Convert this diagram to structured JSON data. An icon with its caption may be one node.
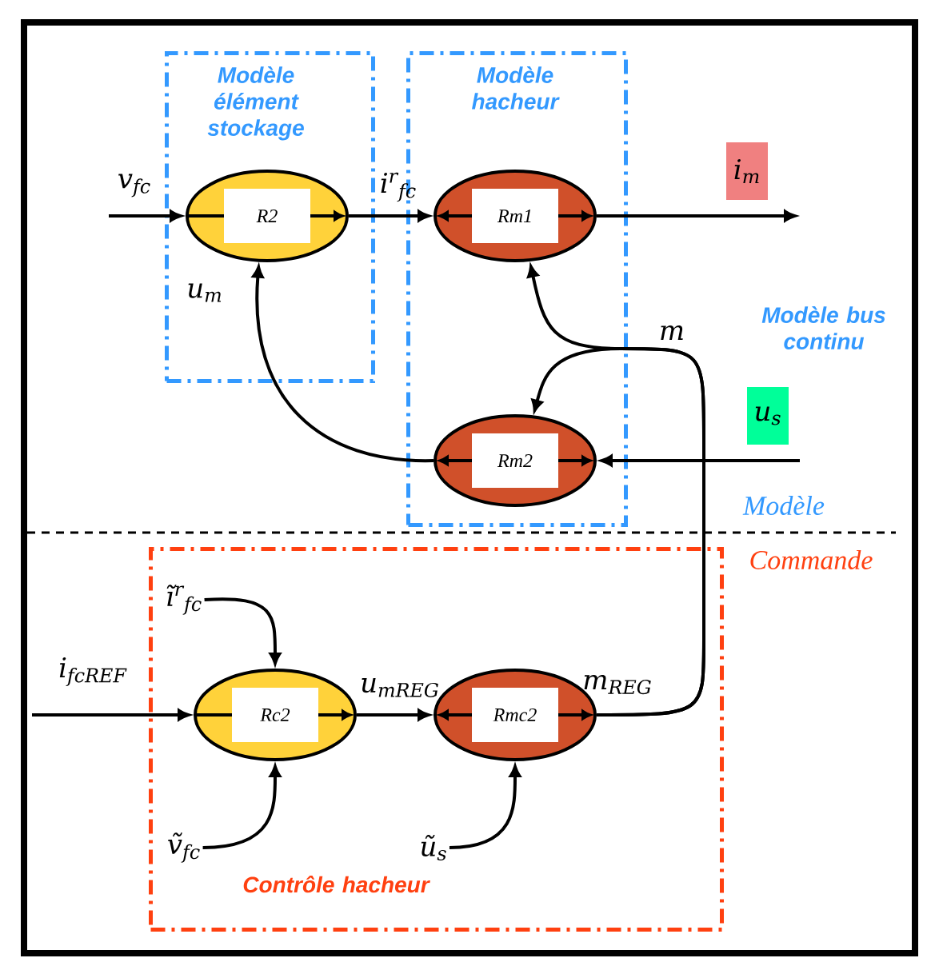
{
  "diagram": {
    "nodes": [
      {
        "text": [
          "Modèle élément stockage"
        ]
      },
      {
        "text": [
          "Modèle hacheur"
        ]
      },
      {
        "text": [
          "Contrôle hacheur"
        ]
      },
      {
        "text": [
          "R2"
        ],
        "in": 0
      },
      {
        "text": [
          "Rm1"
        ],
        "in": 1
      },
      {
        "text": [
          "Rm2"
        ],
        "in": 1
      },
      {
        "text": [
          "Rc2"
        ],
        "in": 2
      },
      {
        "text": [
          "Rmc2"
        ],
        "in": 2
      },
      {
        "text": [
          "i$_{m}$"
        ]
      },
      {
        "text": [
          "u$_{s}$"
        ]
      },
      {
        "text": [
          "ĩ$^{r}$$_{fc}$"
        ],
        "in": 2
      },
      {
        "text": [
          "ṽ$_{fc}$"
        ],
        "in": 2
      },
      {
        "text": [
          "ũ$_{s}$"
        ],
        "in": 2
      }
    ],
    "edges": [
      {
        "from": null,
        "to": 3,
        "arrow": "to",
        "label": "v$_{fc}$"
      },
      {
        "from": 3,
        "to": 4,
        "arrow": "to",
        "label": "i$^{r}$$_{fc}$"
      },
      {
        "from": 4,
        "to": null,
        "arrow": "to"
      },
      {
        "from": 7,
        "to": 4,
        "arrow": "to"
      },
      {
        "from": 7,
        "to": 5,
        "arrow": "to"
      },
      {
        "from": 5,
        "to": 3,
        "arrow": "to",
        "label": "u$_{m}$"
      },
      {
        "from": null,
        "to": 5,
        "arrow": "to"
      },
      {
        "from": null,
        "to": 6,
        "arrow": "to",
        "label": "i$_{fcREF}$"
      },
      {
        "from": 10,
        "to": 6,
        "arrow": "to"
      },
      {
        "from": 11,
        "to": 6,
        "arrow": "to"
      },
      {
        "from": 6,
        "to": 7,
        "arrow": "to",
        "label": "u$_{mREG}$"
      },
      {
        "from": 12,
        "to": 7,
        "arrow": "to"
      }
    ],
    "labels": [
      "m",
      "m$_{REG}$",
      "Modèle bus continu",
      "Modèle",
      "Commande"
    ]
  }
}
